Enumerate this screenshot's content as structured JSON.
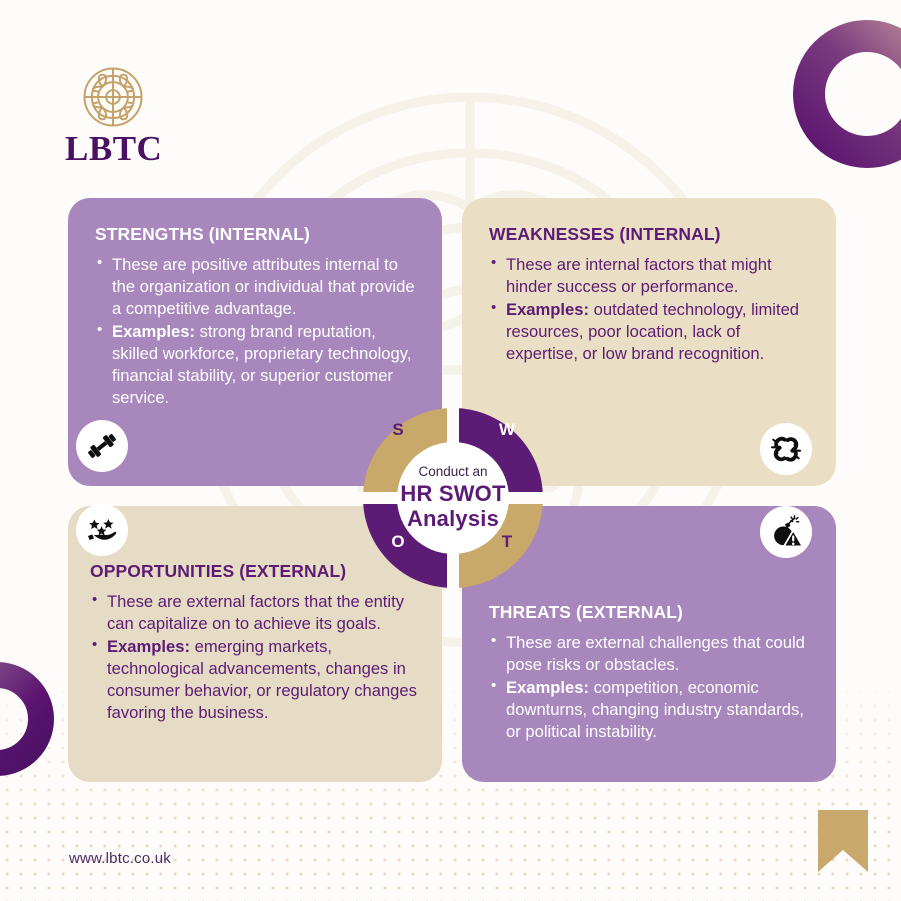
{
  "brand": {
    "name": "LBTC",
    "logo_icon": "celtic-knot-circle-icon",
    "url": "www.lbtc.co.uk"
  },
  "colors": {
    "purple_deep": "#5c1b74",
    "purple_light": "#a887bd",
    "gold": "#c8a96a",
    "cream": "#eadfc4",
    "cream_alt": "#e6dcc6",
    "background": "#fdfcfa",
    "white": "#ffffff"
  },
  "hub": {
    "pre_label": "Conduct an",
    "title_line1": "HR SWOT",
    "title_line2": "Analysis",
    "letters": {
      "s": "S",
      "w": "W",
      "o": "O",
      "t": "T"
    }
  },
  "quadrants": {
    "strengths": {
      "title": "STRENGTHS (INTERNAL)",
      "icon": "dumbbell-icon",
      "bullets": [
        {
          "lead": "",
          "text": "These are positive attributes internal to the organization or individual that provide a competitive advantage."
        },
        {
          "lead": "Examples:",
          "text": " strong brand reputation, skilled workforce, proprietary technology, financial stability, or superior customer service."
        }
      ]
    },
    "weaknesses": {
      "title": "WEAKNESSES (INTERNAL)",
      "icon": "broken-chain-icon",
      "bullets": [
        {
          "lead": "",
          "text": "These are internal factors that might hinder success or performance."
        },
        {
          "lead": "Examples:",
          "text": " outdated technology, limited resources, poor location, lack of expertise, or low brand recognition."
        }
      ]
    },
    "opportunities": {
      "title": "OPPORTUNITIES (EXTERNAL)",
      "icon": "hand-holding-stars-icon",
      "bullets": [
        {
          "lead": "",
          "text": "These are external factors that the entity can capitalize on to achieve its goals."
        },
        {
          "lead": "Examples:",
          "text": " emerging markets, technological advancements, changes in consumer behavior, or regulatory changes favoring the business."
        }
      ]
    },
    "threats": {
      "title": "THREATS (EXTERNAL)",
      "icon": "bomb-warning-icon",
      "bullets": [
        {
          "lead": "",
          "text": "These are external challenges that could pose risks or obstacles."
        },
        {
          "lead": "Examples:",
          "text": " competition, economic downturns, changing industry standards, or political instability."
        }
      ]
    }
  },
  "decorations": {
    "ring_top_right": "purple-gradient-ring",
    "ring_left": "purple-gradient-ring",
    "bookmark_bottom_right": "gold-bookmark-icon",
    "dot_pattern": "gold-dot-grid"
  }
}
